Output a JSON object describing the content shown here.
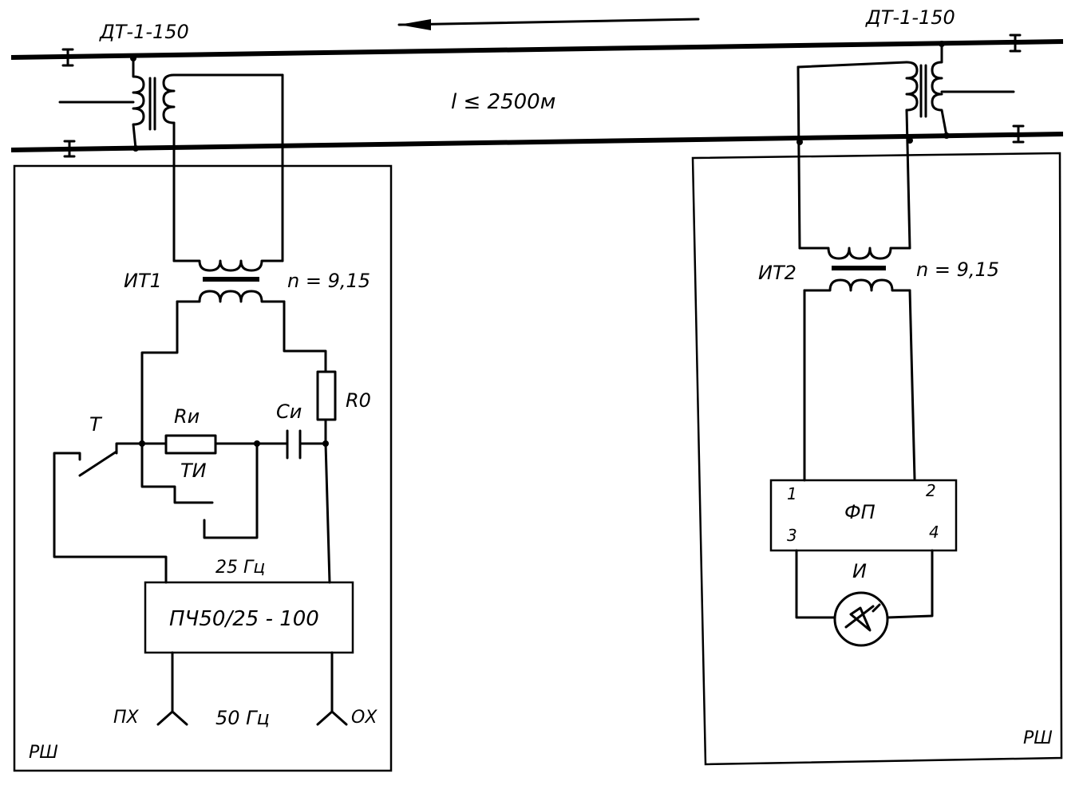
{
  "labels": {
    "dt_left": "ДТ-1-150",
    "dt_right": "ДТ-1-150",
    "length": "l ≤ 2500м",
    "it1": "ИТ1",
    "it2": "ИТ2",
    "n_left": "n = 9,15",
    "n_right": "n = 9,15",
    "r0": "R0",
    "ru": "Rи",
    "cu": "Cи",
    "t": "Т",
    "ti": "ТИ",
    "f25": "25 Гц",
    "converter": "ПЧ50/25 - 100",
    "px": "ПХ",
    "f50": "50 Гц",
    "ox": "ОХ",
    "rsh_left": "РШ",
    "rsh_right": "РШ",
    "fp": "ФП",
    "fp_pin1": "1",
    "fp_pin2": "2",
    "fp_pin3": "3",
    "fp_pin4": "4",
    "indicator": "И"
  }
}
